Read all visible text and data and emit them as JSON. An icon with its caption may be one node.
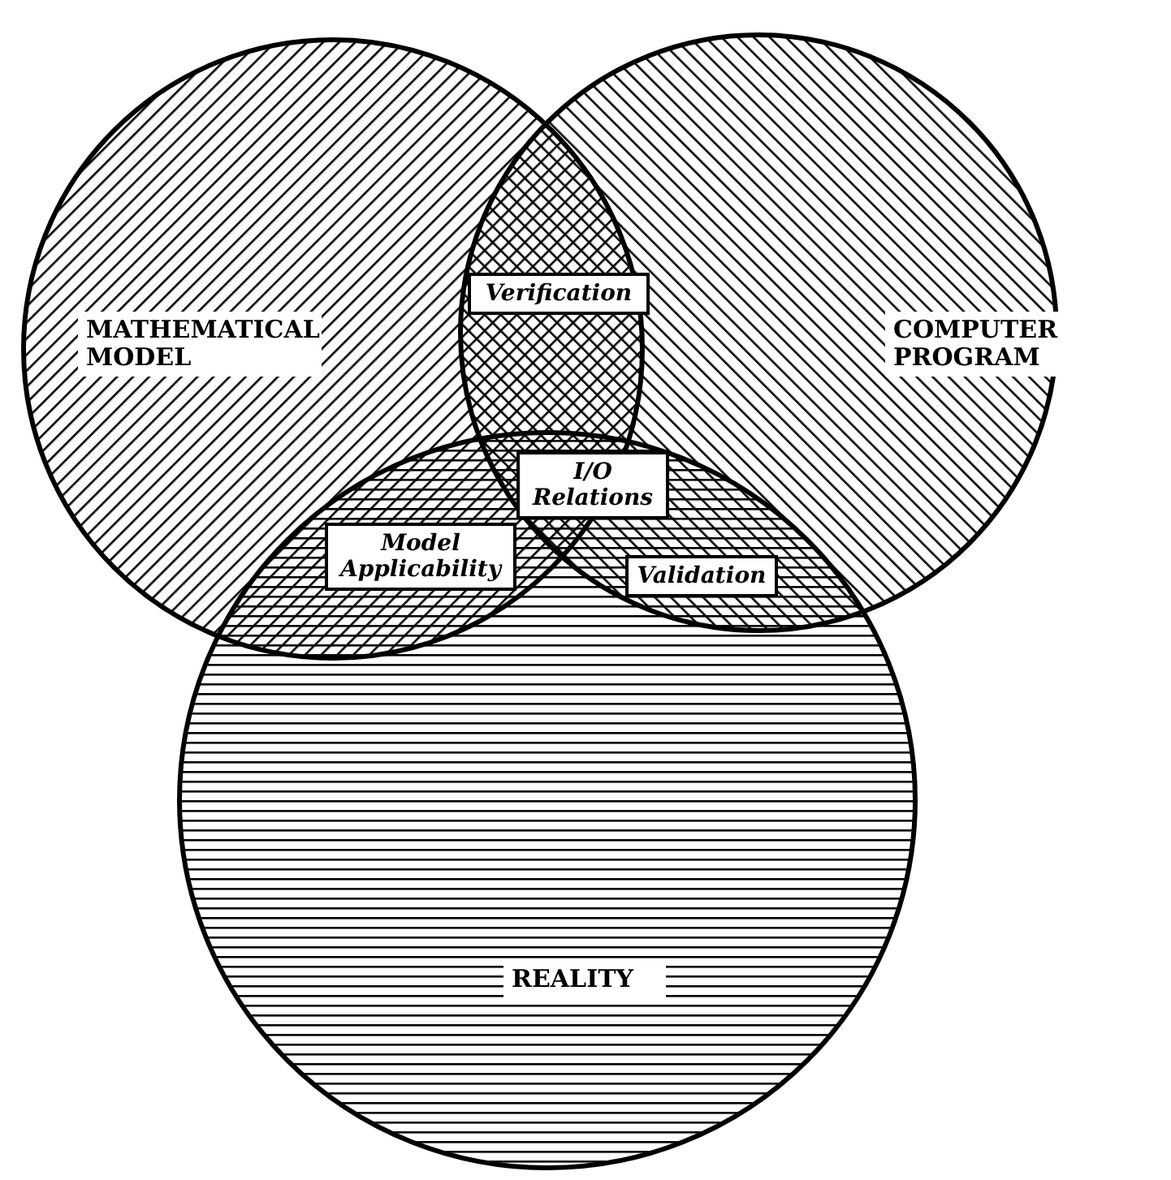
{
  "diagram": {
    "nodes": [
      {
        "text": [
          "MATHEMATICAL MODEL"
        ]
      },
      {
        "text": [
          "COMPUTER PROGRAM"
        ]
      },
      {
        "text": [
          "REALITY"
        ]
      },
      {
        "text": [
          "Verification"
        ]
      },
      {
        "text": [
          "I/O Relations"
        ]
      },
      {
        "text": [
          "Model Applicability"
        ]
      },
      {
        "text": [
          "Validation"
        ]
      }
    ]
  }
}
